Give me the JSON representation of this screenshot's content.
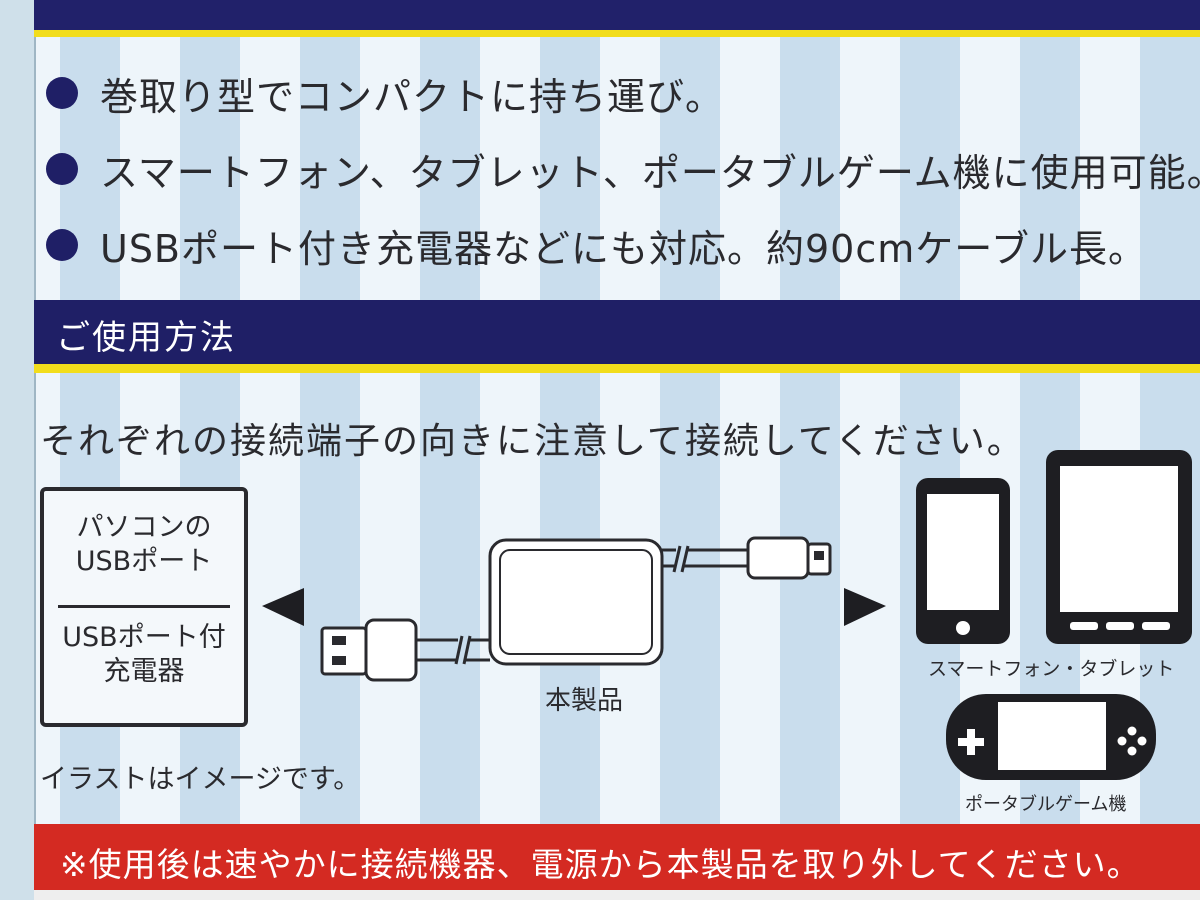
{
  "features": [
    "巻取り型でコンパクトに持ち運び。",
    "スマートフォン、タブレット、ポータブルゲーム機に使用可能。",
    "USBポート付き充電器などにも対応。約90cmケーブル長。"
  ],
  "usage": {
    "heading": "ご使用方法",
    "instruction": "それぞれの接続端子の向きに注意して接続してください。"
  },
  "diagram": {
    "source_line1": "パソコンの",
    "source_line2": "USBポート",
    "source_line3": "USBポート付",
    "source_line4": "充電器",
    "product_label": "本製品",
    "device_label_phone": "スマートフォン・タブレット",
    "device_label_game": "ポータブルゲーム機",
    "note": "イラストはイメージです。"
  },
  "warning": "※使用後は速やかに接続機器、電源から本製品を取り外してください。",
  "colors": {
    "navy": "#1f1f66",
    "yellow": "#f2dd1c",
    "red": "#d42a22"
  }
}
